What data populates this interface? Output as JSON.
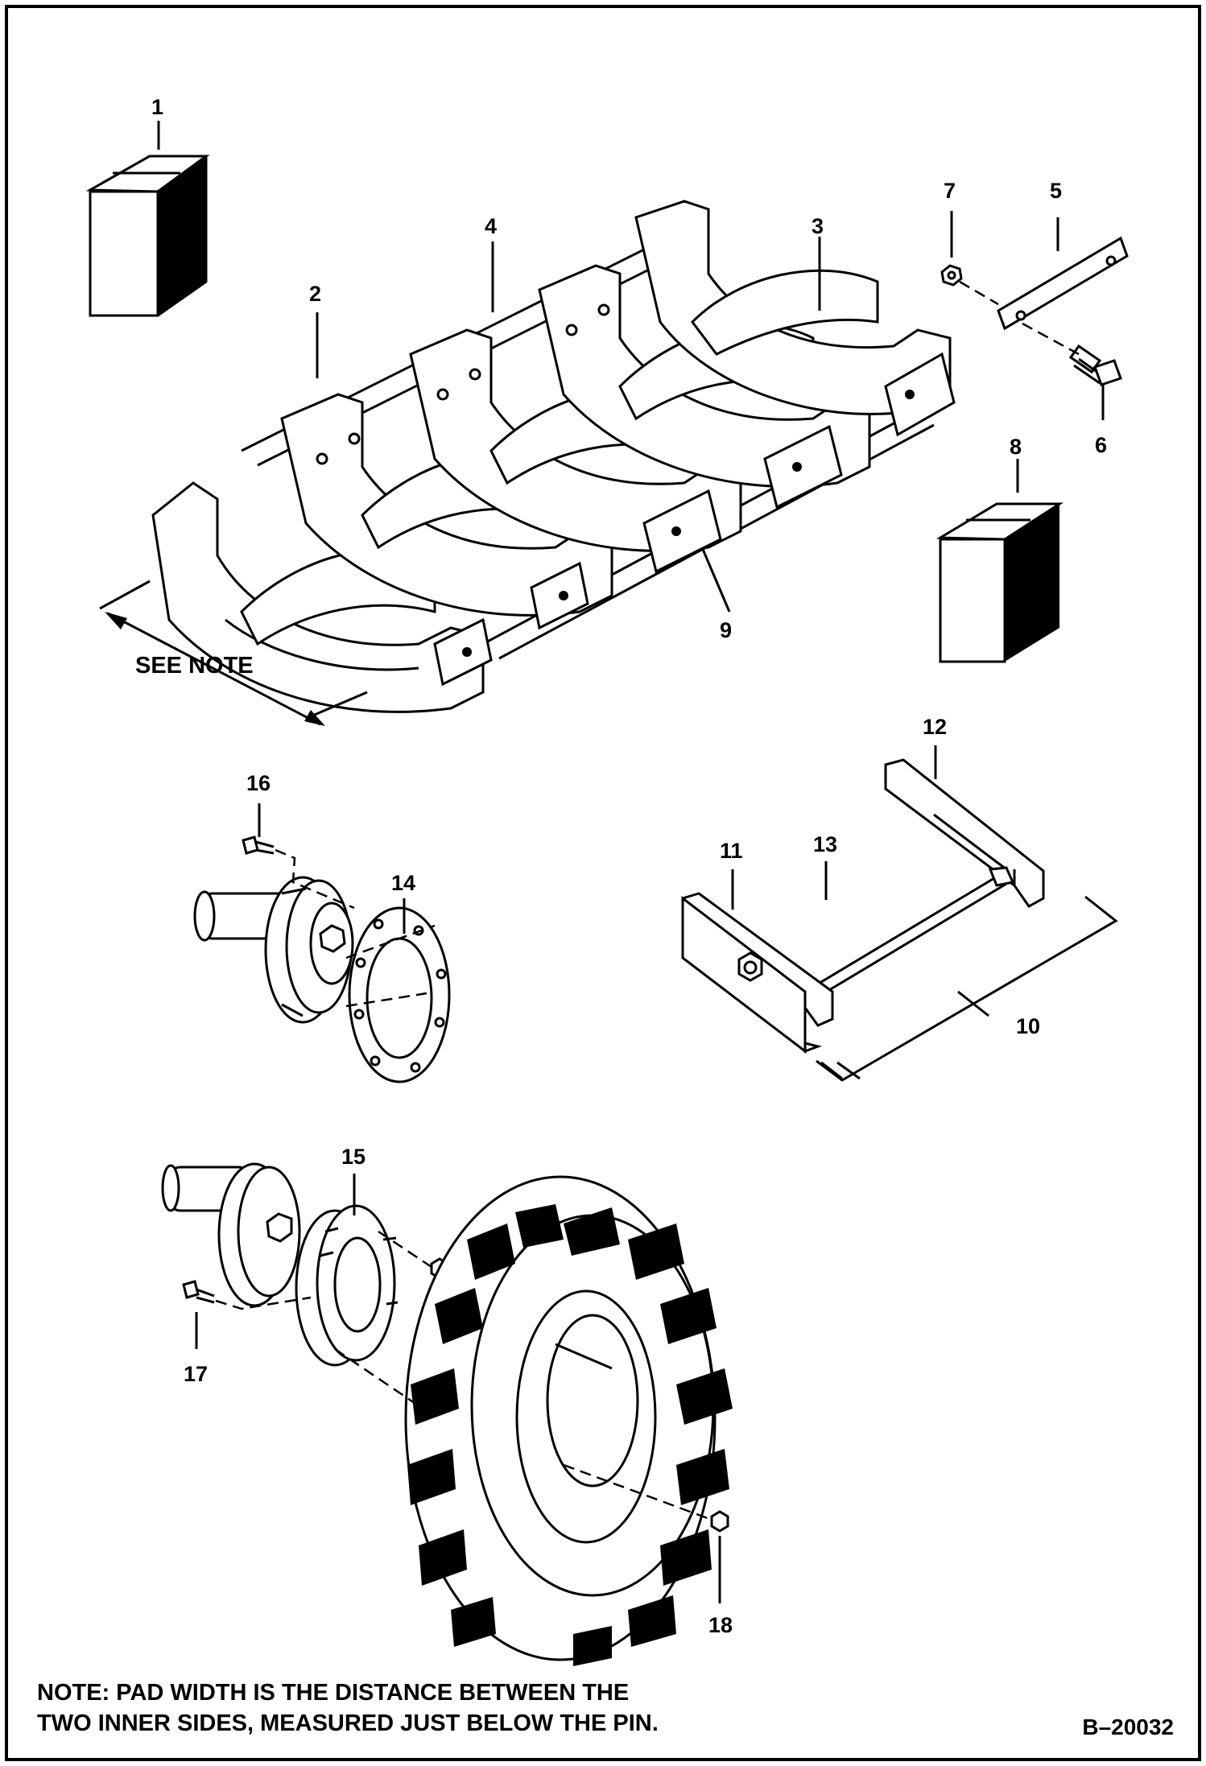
{
  "diagram": {
    "callouts": [
      "1",
      "2",
      "3",
      "4",
      "5",
      "6",
      "7",
      "8",
      "9",
      "10",
      "11",
      "12",
      "13",
      "14",
      "15",
      "16",
      "17",
      "18"
    ],
    "dimension_label": "SEE NOTE",
    "note_lines": [
      "NOTE:  PAD WIDTH IS THE DISTANCE BETWEEN THE",
      "TWO INNER SIDES, MEASURED JUST BELOW THE PIN."
    ],
    "doc_id": "B–20032"
  }
}
